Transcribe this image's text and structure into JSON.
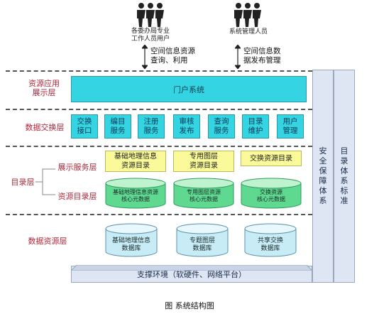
{
  "users": [
    {
      "label": "各委办局专业\n工作人员用户"
    },
    {
      "label": "系统管理人员"
    }
  ],
  "arrows": [
    {
      "label": "空间信息资源\n查询、利用"
    },
    {
      "label": "空间信息数\n据发布管理"
    }
  ],
  "layers": {
    "application": "资源应用\n展示层",
    "exchange": "数据交换层",
    "catalog": "目录层",
    "catalog_display": "展示服务层",
    "catalog_resource": "资源目录层",
    "data_resource": "数据资源层"
  },
  "portal": "门户系统",
  "services": [
    {
      "label": "交换\n接口"
    },
    {
      "label": "编目\n服务"
    },
    {
      "label": "注册\n服务"
    },
    {
      "label": "审核\n发布"
    },
    {
      "label": "查询\n服务"
    },
    {
      "label": "目录\n维护"
    },
    {
      "label": "用户\n管理"
    }
  ],
  "catalog_boxes": [
    {
      "label": "基础地理信息\n资源目录"
    },
    {
      "label": "专用图层\n资源目录"
    },
    {
      "label": "交换资源目录"
    }
  ],
  "metadata_cylinders": [
    {
      "label": "基础地理信息资源\n核心元数据"
    },
    {
      "label": "专用图层资源\n核心元数据"
    },
    {
      "label": "交换资源\n核心元数据"
    }
  ],
  "database_cylinders": [
    {
      "label": "基础地理信息\n数据库"
    },
    {
      "label": "专题图层\n数据库"
    },
    {
      "label": "共享交换\n数据库"
    }
  ],
  "side_bars": [
    {
      "label": "安\n全\n保\n障\n体\n系"
    },
    {
      "label": "目\n录\n体\n系\n标\n准"
    }
  ],
  "support": "支撑环境（软硬件、网络平台）",
  "caption": "图  系统结构图",
  "colors": {
    "cyan_box": "#35d4e2",
    "yellow_box": "#fafa9a",
    "green_cylinder": "#5fd98f",
    "blue_cylinder": "#c8ecf6",
    "layer_label": "#b0283a",
    "bar": "#dde6f2"
  }
}
